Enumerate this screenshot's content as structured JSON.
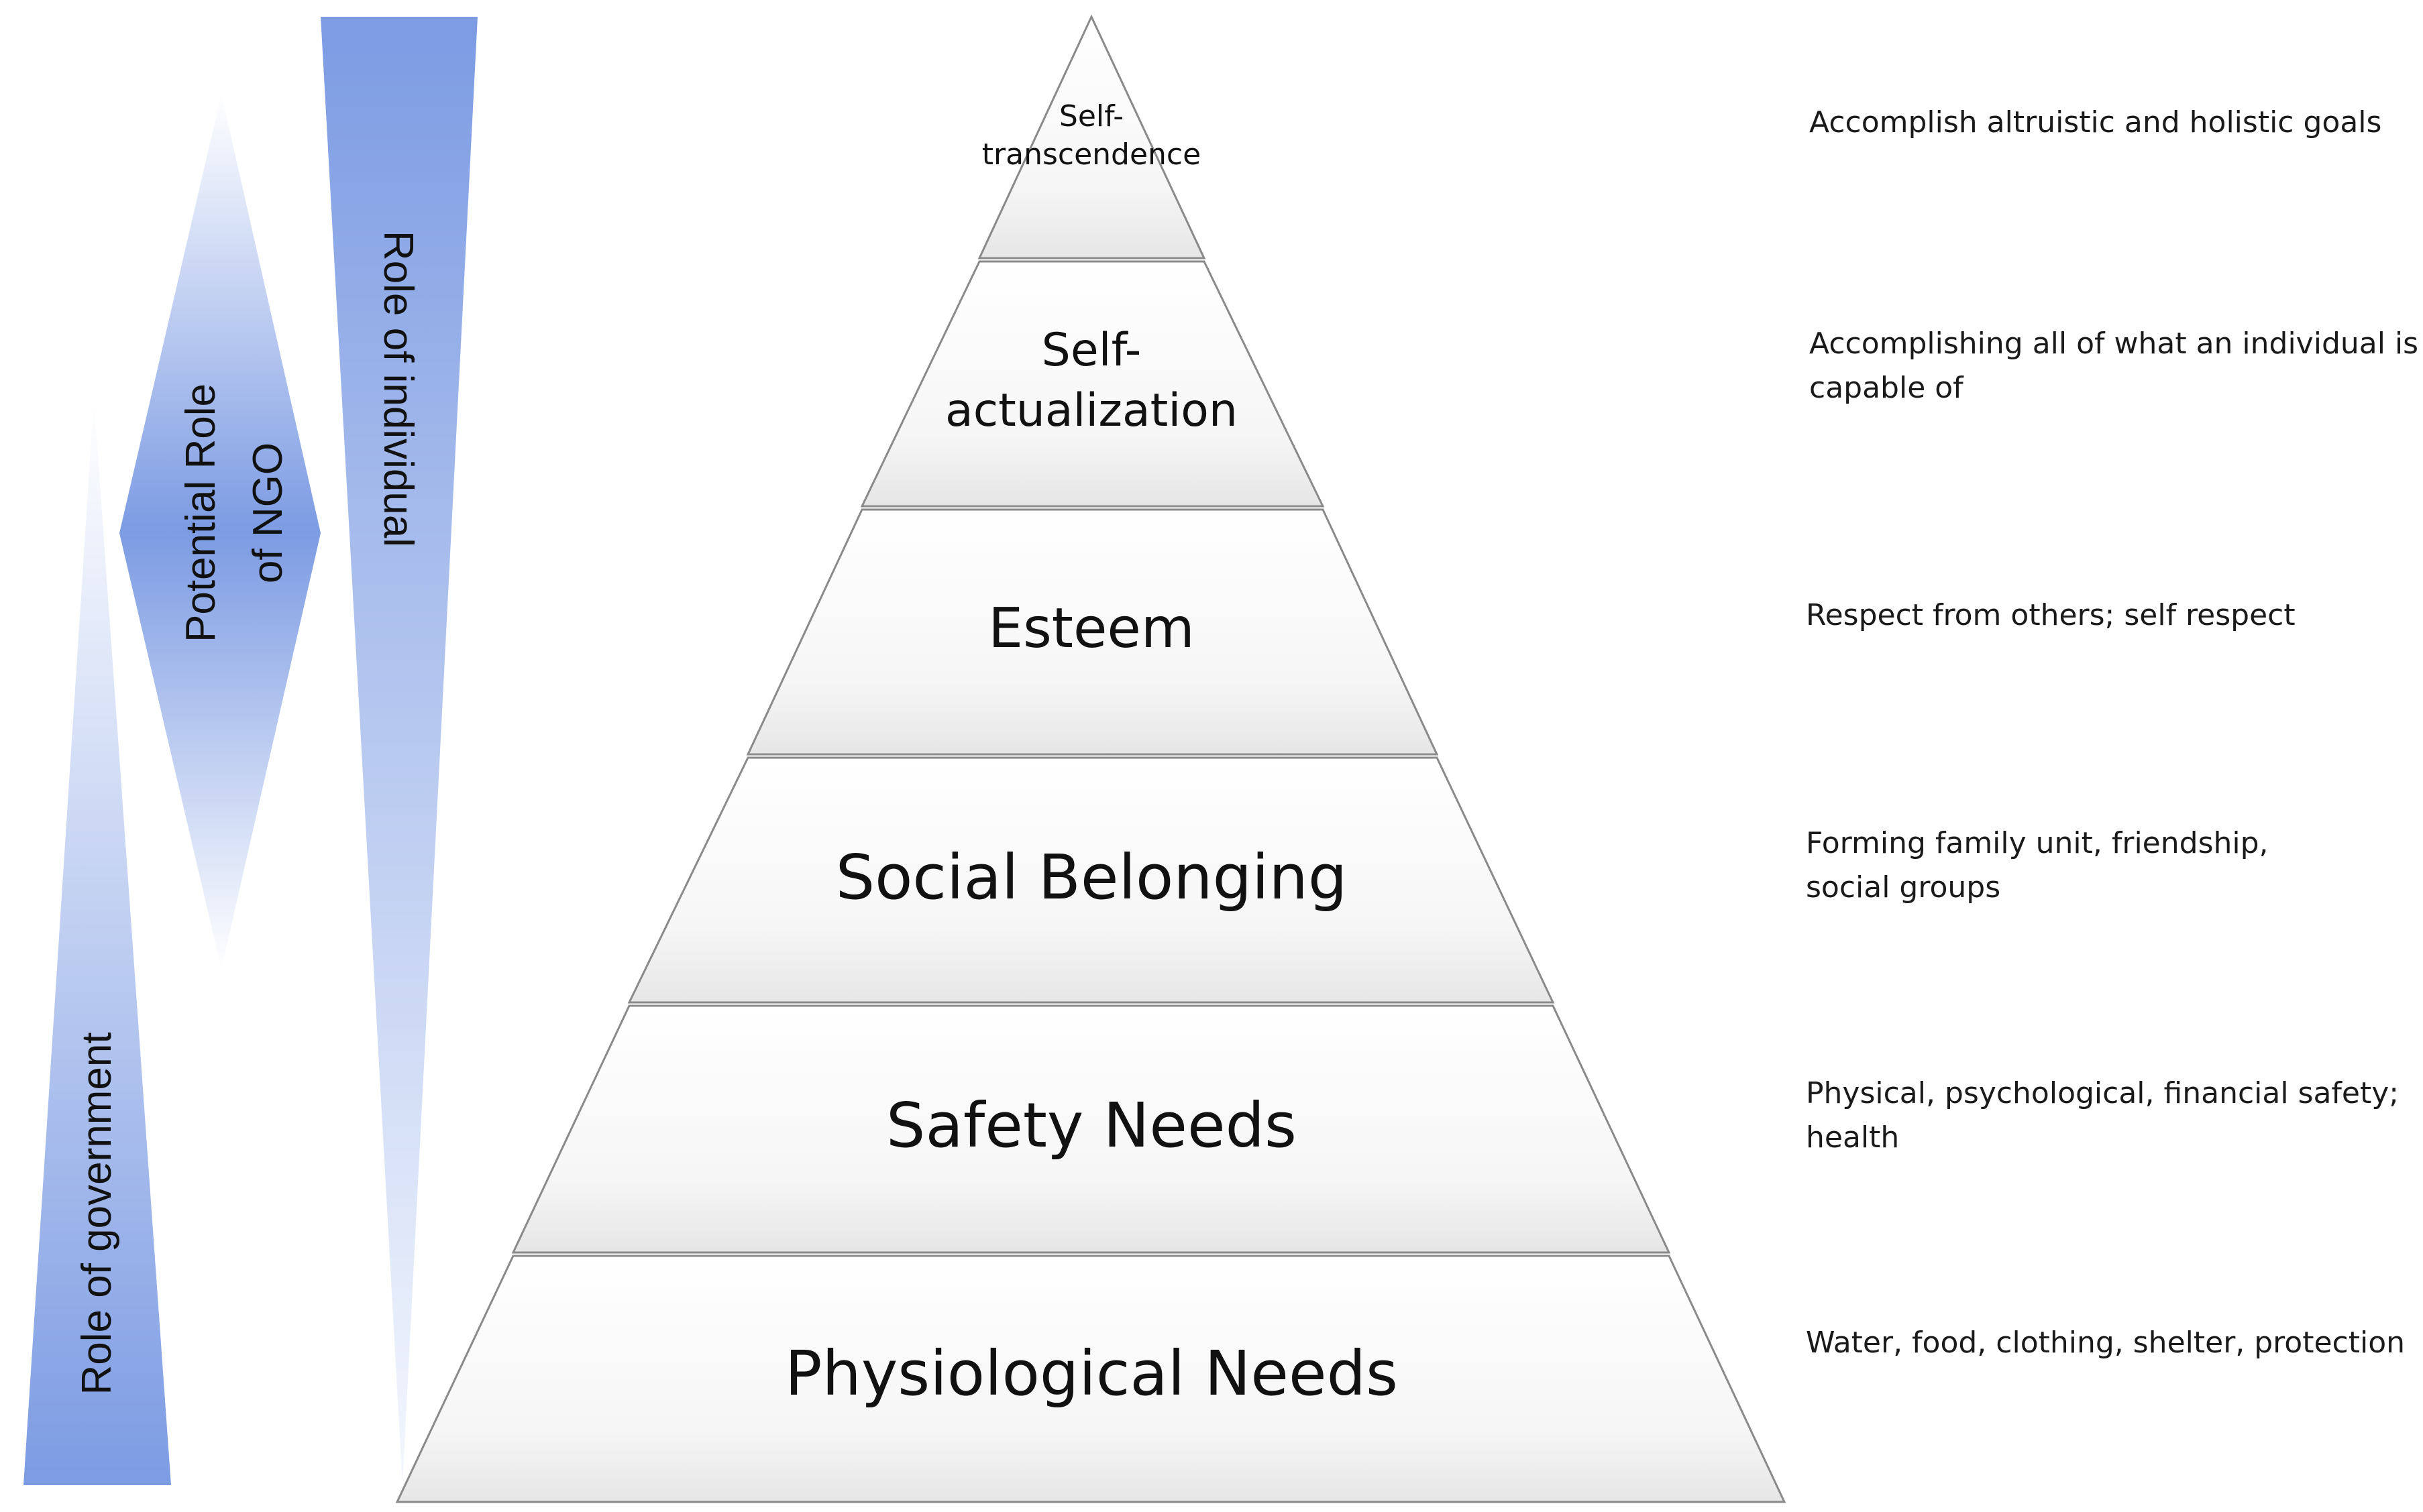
{
  "arrows": {
    "government": {
      "label": "Role of government"
    },
    "ngo": {
      "label_line1": "Potential Role",
      "label_line2": "of NGO"
    },
    "individual": {
      "label": "Role of individual"
    }
  },
  "pyramid": {
    "levels": [
      {
        "label_lines": [
          "Self-",
          "transcendence"
        ],
        "description": "Accomplish altruistic and holistic goals"
      },
      {
        "label_lines": [
          "Self-",
          "actualization"
        ],
        "description": "Accomplishing all of what an individual is capable of"
      },
      {
        "label_lines": [
          "Esteem"
        ],
        "description": "Respect from others; self respect"
      },
      {
        "label_lines": [
          "Social Belonging"
        ],
        "description": "Forming family unit, friendship, social groups"
      },
      {
        "label_lines": [
          "Safety Needs"
        ],
        "description": "Physical, psychological, financial safety; health"
      },
      {
        "label_lines": [
          "Physiological Needs"
        ],
        "description": "Water, food, clothing, shelter, protection"
      }
    ]
  },
  "colors": {
    "arrow_dark": "#7c9be3",
    "arrow_light": "#e8eefb",
    "tier_border": "#8a8a8a",
    "tier_fill_top": "#ffffff",
    "tier_fill_bottom": "#e9e9e9"
  }
}
